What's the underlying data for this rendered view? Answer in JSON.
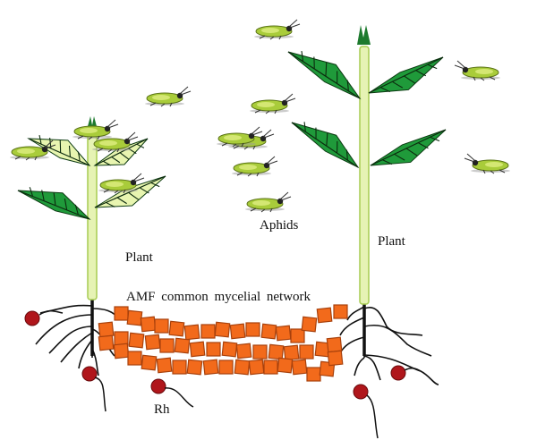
{
  "labels": {
    "plant_left": "Plant",
    "plant_right": "Plant",
    "aphids": "Aphids",
    "network": "AMF common mycelial network",
    "rhizobia": "Rh"
  },
  "colors": {
    "leaf_dark": "#1f9a3a",
    "leaf_light": "#e8f5b0",
    "stem": "#e6f3b4",
    "stem_edge": "#a7cc52",
    "hyphae": "#f26a1b",
    "hyphae_edge": "#a8410c",
    "rhizobium": "#b0161b",
    "root": "#111111",
    "aphid": "#a9cc3a"
  }
}
